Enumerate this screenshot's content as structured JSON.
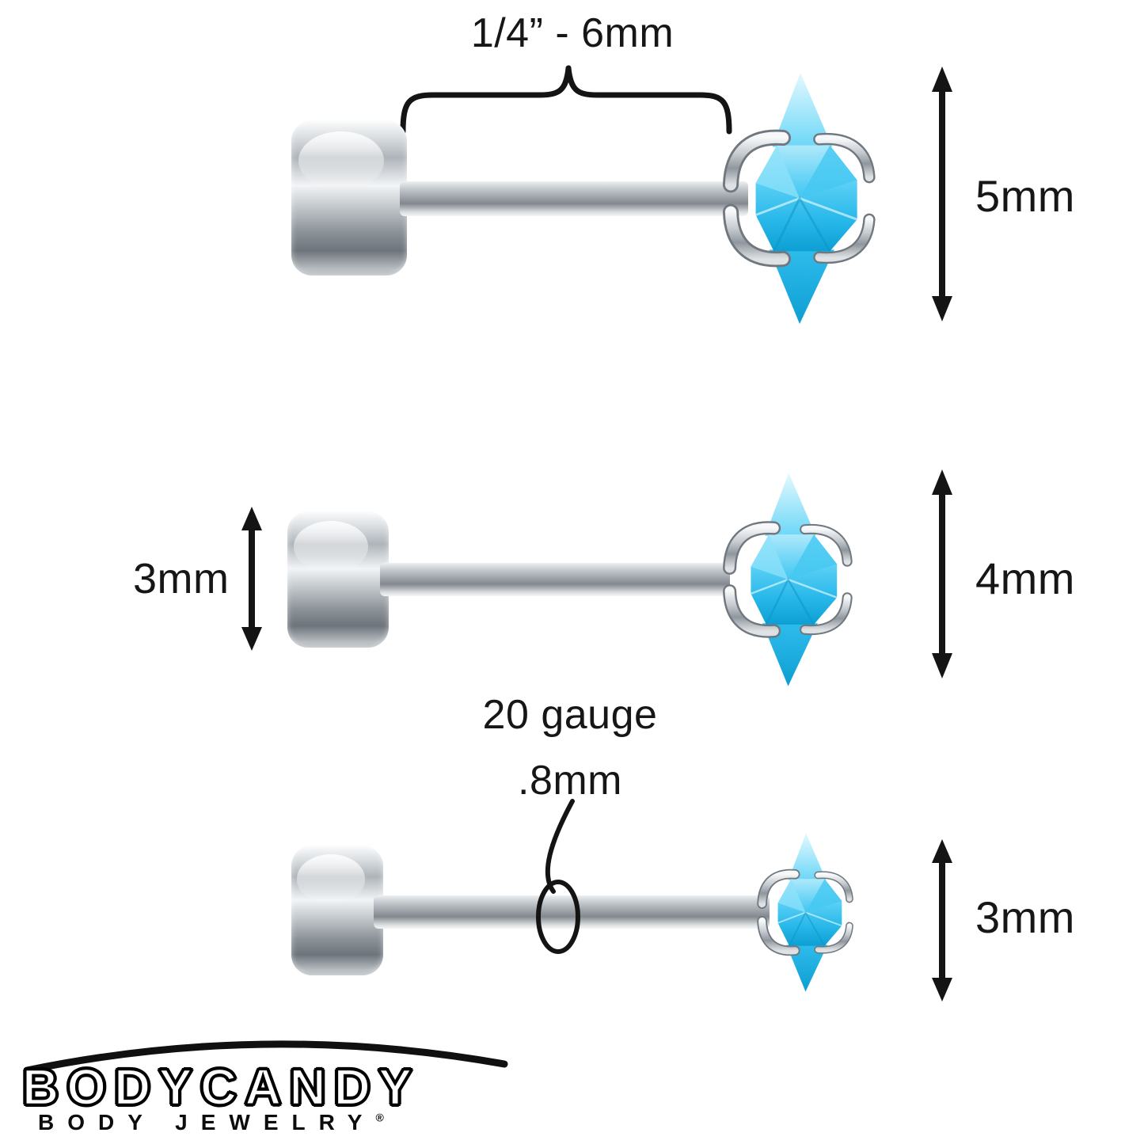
{
  "diagram": {
    "length_label": "1/4” - 6mm",
    "row1_gem_size": "5mm",
    "row2_disc_size": "3mm",
    "row2_gem_size": "4mm",
    "gauge_label": "20 gauge",
    "gauge_mm": ".8mm",
    "row3_gem_size": "3mm"
  },
  "logo": {
    "brand": "BODYCANDY",
    "tagline": "BODY JEWELRY",
    "registered": "®"
  },
  "colors": {
    "gem_blue": "#3ac4f0",
    "metal_silver": "#c6cbd0",
    "ink": "#161616",
    "background": "#ffffff"
  }
}
